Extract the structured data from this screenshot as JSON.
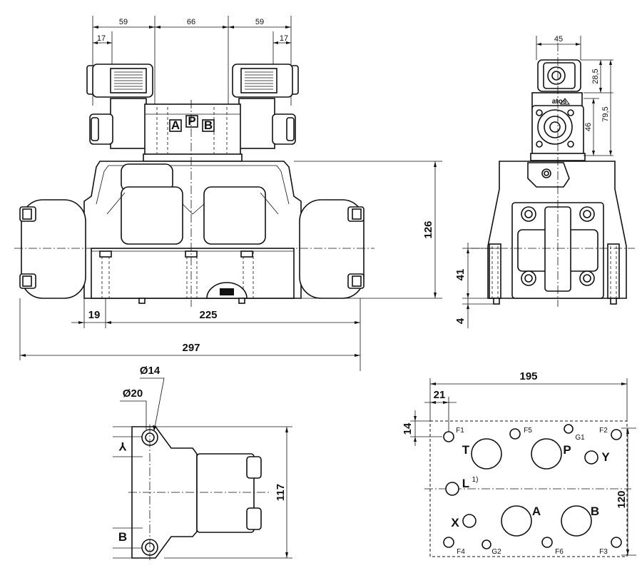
{
  "front_view": {
    "dims": {
      "top_left_59": "59",
      "top_left_17": "17",
      "top_middle_66": "66",
      "top_right_59": "59",
      "top_right_17": "17",
      "height_126": "126",
      "height_41": "41",
      "height_4": "4",
      "left_19": "19",
      "width_225": "225",
      "overall_297": "297"
    },
    "pilot_ports": {
      "a": "A",
      "p": "P",
      "b": "B"
    }
  },
  "side_view": {
    "dims": {
      "w45": "45",
      "h28_5": "28,5",
      "h79_5": "79,5",
      "h46": "46"
    },
    "brand_plate": "atos"
  },
  "top_view": {
    "dims": {
      "d14": "Ø14",
      "d20": "Ø20",
      "h117": "117"
    },
    "ports": {
      "y": "Y",
      "b": "B"
    }
  },
  "mounting_surface": {
    "dims": {
      "w195": "195",
      "w21": "21",
      "h14": "14",
      "h120": "120"
    },
    "ports": {
      "t": "T",
      "p": "P",
      "y": "Y",
      "l": "L",
      "l_note": "1)",
      "x": "X",
      "a": "A",
      "b": "B"
    },
    "holes": {
      "f1": "F1",
      "f2": "F2",
      "f3": "F3",
      "f4": "F4",
      "f5": "F5",
      "f6": "F6",
      "g1": "G1",
      "g2": "G2"
    }
  }
}
